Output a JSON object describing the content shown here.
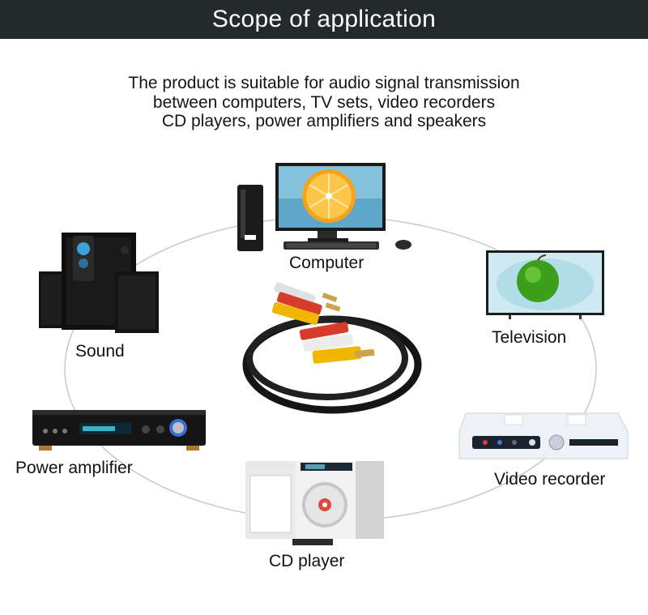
{
  "header": {
    "title": "Scope of application"
  },
  "description": {
    "lines": [
      "The product is suitable for audio signal transmission",
      "between computers, TV sets, video recorders",
      "CD players, power amplifiers and speakers"
    ]
  },
  "devices": {
    "computer": {
      "label": "Computer",
      "icon": "desktop-computer-illustration"
    },
    "television": {
      "label": "Television",
      "icon": "television-illustration"
    },
    "sound": {
      "label": "Sound",
      "icon": "speaker-system-illustration"
    },
    "power_amplifier": {
      "label": "Power amplifier",
      "icon": "amplifier-illustration"
    },
    "cd_player": {
      "label": "CD player",
      "icon": "cd-player-illustration"
    },
    "video_recorder": {
      "label": "Video recorder",
      "icon": "video-recorder-illustration"
    }
  },
  "center": {
    "icon": "rca-cable-illustration"
  }
}
